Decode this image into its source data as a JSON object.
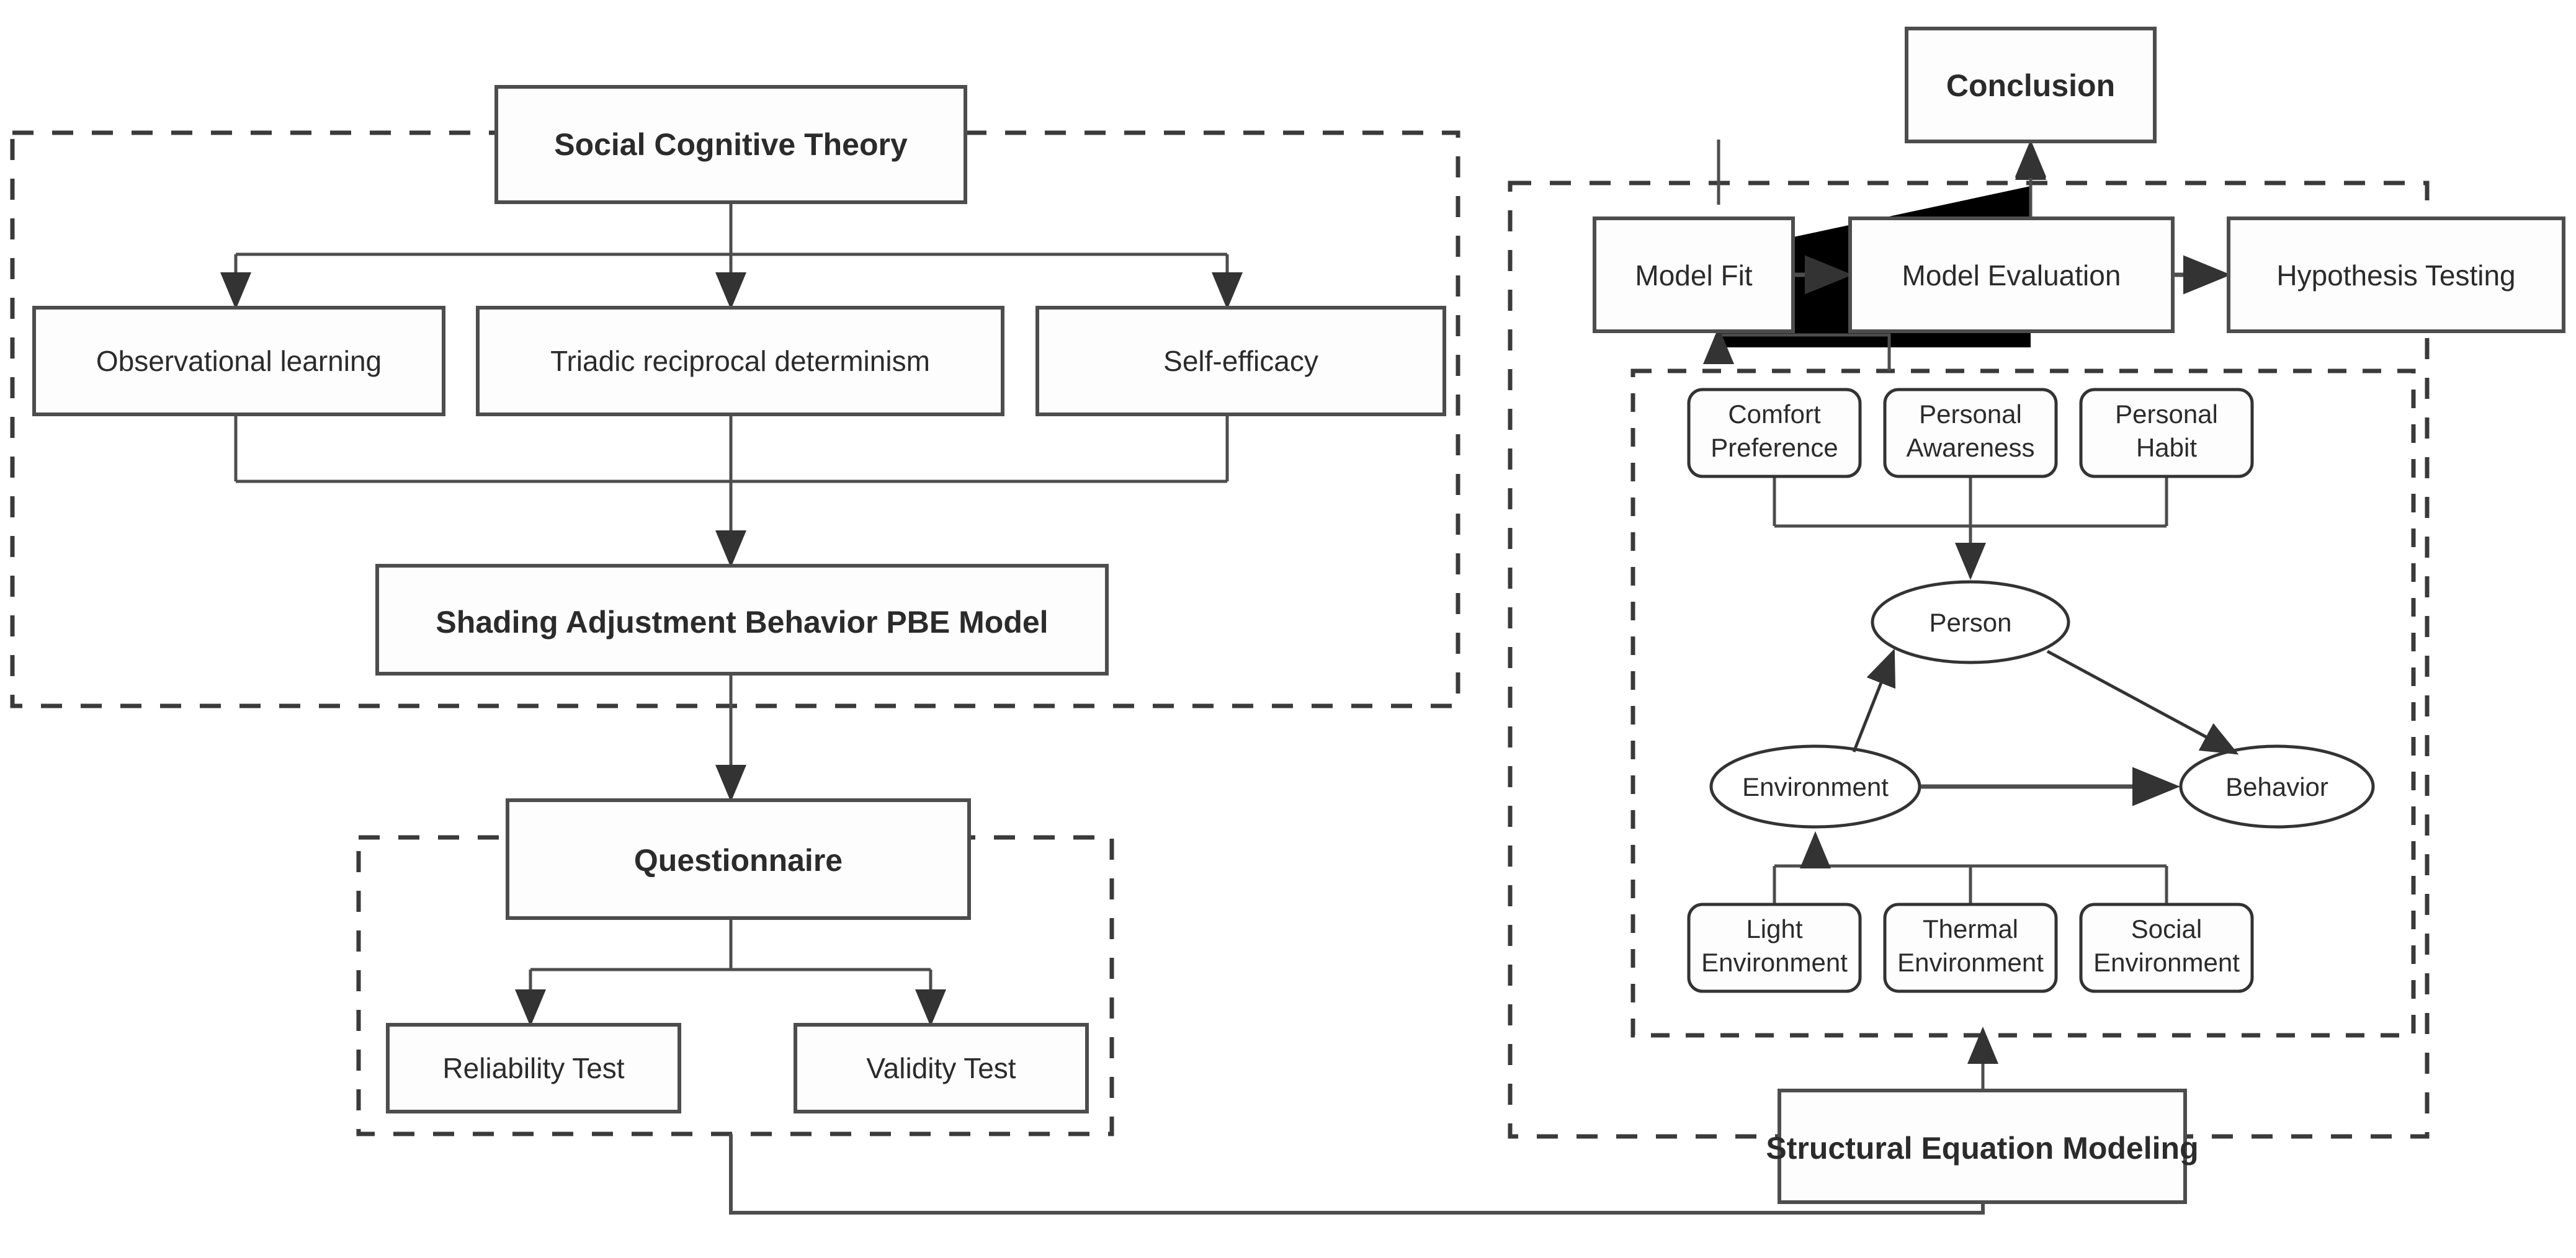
{
  "diagram": {
    "title": "Shading Adjustment Behavior Research Framework",
    "colors": {
      "stroke": "#4d4d4d",
      "stroke_dark": "#333333",
      "text": "#2b2b2b",
      "background": "#ffffff",
      "dashed": "#3a3a3a"
    }
  },
  "theory_group": {
    "root": {
      "label": "Social Cognitive Theory"
    },
    "branches": [
      {
        "label": "Observational learning"
      },
      {
        "label": "Triadic reciprocal determinism"
      },
      {
        "label": "Self-efficacy"
      }
    ],
    "outcome": {
      "label": "Shading Adjustment Behavior PBE Model"
    }
  },
  "questionnaire_group": {
    "root": {
      "label": "Questionnaire"
    },
    "tests": [
      {
        "label": "Reliability Test"
      },
      {
        "label": "Validity Test"
      }
    ]
  },
  "analysis_group": {
    "conclusion": {
      "label": "Conclusion"
    },
    "pipeline": [
      {
        "label": "Model Fit"
      },
      {
        "label": "Model Evaluation"
      },
      {
        "label": "Hypothesis Testing"
      }
    ],
    "sem": {
      "label": "Structural Equation Modeling"
    }
  },
  "pbe_model": {
    "person_indicators": [
      {
        "line1": "Comfort",
        "line2": "Preference"
      },
      {
        "line1": "Personal",
        "line2": "Awareness"
      },
      {
        "line1": "Personal",
        "line2": "Habit"
      }
    ],
    "constructs": [
      {
        "label": "Person"
      },
      {
        "label": "Environment"
      },
      {
        "label": "Behavior"
      }
    ],
    "environment_indicators": [
      {
        "line1": "Light",
        "line2": "Environment"
      },
      {
        "line1": "Thermal",
        "line2": "Environment"
      },
      {
        "line1": "Social",
        "line2": "Environment"
      }
    ]
  }
}
